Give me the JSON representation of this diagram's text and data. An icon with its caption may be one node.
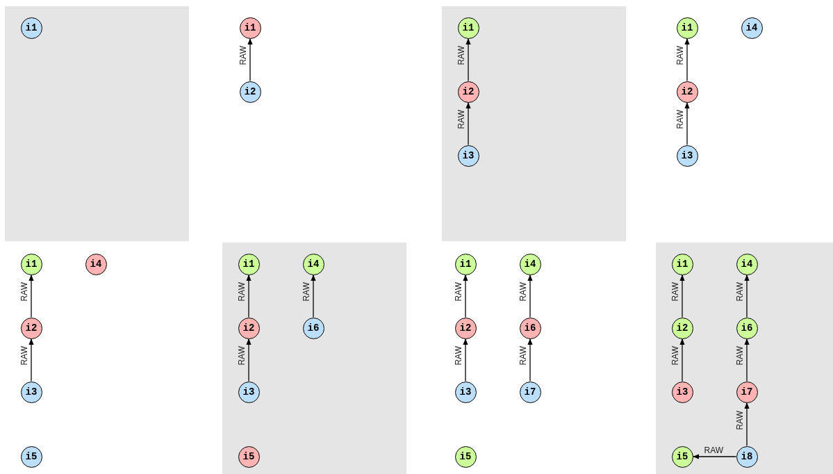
{
  "diagram": {
    "nodes": [
      {
        "text": [
          "i1"
        ]
      },
      {
        "text": [
          "i1"
        ]
      },
      {
        "text": [
          "i2"
        ]
      },
      {
        "text": [
          "i1"
        ]
      },
      {
        "text": [
          "i2"
        ]
      },
      {
        "text": [
          "i3"
        ]
      },
      {
        "text": [
          "i1"
        ]
      },
      {
        "text": [
          "i4"
        ]
      },
      {
        "text": [
          "i2"
        ]
      },
      {
        "text": [
          "i3"
        ]
      },
      {
        "text": [
          "i1"
        ]
      },
      {
        "text": [
          "i4"
        ]
      },
      {
        "text": [
          "i2"
        ]
      },
      {
        "text": [
          "i3"
        ]
      },
      {
        "text": [
          "i5"
        ]
      },
      {
        "text": [
          "i1"
        ]
      },
      {
        "text": [
          "i4"
        ]
      },
      {
        "text": [
          "i2"
        ]
      },
      {
        "text": [
          "i6"
        ]
      },
      {
        "text": [
          "i3"
        ]
      },
      {
        "text": [
          "i5"
        ]
      },
      {
        "text": [
          "i1"
        ]
      },
      {
        "text": [
          "i4"
        ]
      },
      {
        "text": [
          "i2"
        ]
      },
      {
        "text": [
          "i6"
        ]
      },
      {
        "text": [
          "i3"
        ]
      },
      {
        "text": [
          "i7"
        ]
      },
      {
        "text": [
          "i5"
        ]
      },
      {
        "text": [
          "i1"
        ]
      },
      {
        "text": [
          "i4"
        ]
      },
      {
        "text": [
          "i2"
        ]
      },
      {
        "text": [
          "i6"
        ]
      },
      {
        "text": [
          "i3"
        ]
      },
      {
        "text": [
          "i7"
        ]
      },
      {
        "text": [
          "i5"
        ]
      },
      {
        "text": [
          "i8"
        ]
      }
    ],
    "edges": [
      {
        "from": 2,
        "to": 1,
        "arrow": "to",
        "label": "RAW"
      },
      {
        "from": 4,
        "to": 3,
        "arrow": "to",
        "label": "RAW"
      },
      {
        "from": 5,
        "to": 4,
        "arrow": "to",
        "label": "RAW"
      },
      {
        "from": 8,
        "to": 6,
        "arrow": "to",
        "label": "RAW"
      },
      {
        "from": 9,
        "to": 8,
        "arrow": "to",
        "label": "RAW"
      },
      {
        "from": 12,
        "to": 10,
        "arrow": "to",
        "label": "RAW"
      },
      {
        "from": 13,
        "to": 12,
        "arrow": "to",
        "label": "RAW"
      },
      {
        "from": 17,
        "to": 15,
        "arrow": "to",
        "label": "RAW"
      },
      {
        "from": 18,
        "to": 16,
        "arrow": "to",
        "label": "RAW"
      },
      {
        "from": 19,
        "to": 17,
        "arrow": "to",
        "label": "RAW"
      },
      {
        "from": 23,
        "to": 21,
        "arrow": "to",
        "label": "RAW"
      },
      {
        "from": 24,
        "to": 22,
        "arrow": "to",
        "label": "RAW"
      },
      {
        "from": 25,
        "to": 23,
        "arrow": "to",
        "label": "RAW"
      },
      {
        "from": 26,
        "to": 24,
        "arrow": "to",
        "label": "RAW"
      },
      {
        "from": 30,
        "to": 28,
        "arrow": "to",
        "label": "RAW"
      },
      {
        "from": 31,
        "to": 29,
        "arrow": "to",
        "label": "RAW"
      },
      {
        "from": 32,
        "to": 30,
        "arrow": "to",
        "label": "RAW"
      },
      {
        "from": 33,
        "to": 31,
        "arrow": "to",
        "label": "RAW"
      },
      {
        "from": 35,
        "to": 33,
        "arrow": "to",
        "label": "RAW"
      },
      {
        "from": 35,
        "to": 34,
        "arrow": "to",
        "label": "RAW"
      }
    ]
  }
}
